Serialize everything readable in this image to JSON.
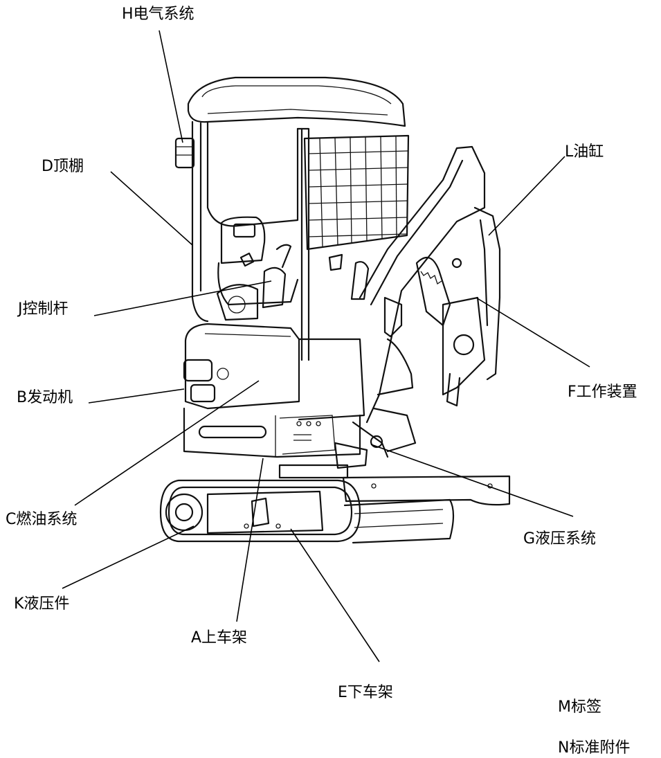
{
  "labels": {
    "H": "H电气系统",
    "D": "D顶棚",
    "L": "L油缸",
    "J": "J控制杆",
    "B": "B发动机",
    "F": "F工作装置",
    "C": "C燃油系统",
    "G": "G液压系统",
    "K": "K液压件",
    "A": "A上车架",
    "E": "E下车架",
    "M": "M标签",
    "N": "N标准附件"
  },
  "colors": {
    "ink": "#111111",
    "background": "#ffffff"
  }
}
